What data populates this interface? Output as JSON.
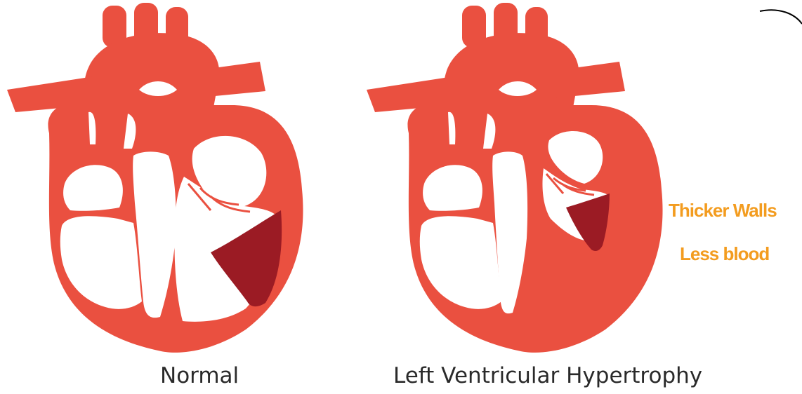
{
  "colors": {
    "muscle": "#ea5040",
    "chamber": "#ffffff",
    "blood": "#9b1b24",
    "callout_text": "#f39c1f",
    "label_text": "#2a2a2a"
  },
  "hearts": {
    "normal": {
      "label": "Normal"
    },
    "lvh": {
      "label": "Left Ventricular Hypertrophy"
    }
  },
  "callouts": {
    "walls": "Thicker Walls",
    "blood": "Less blood"
  }
}
